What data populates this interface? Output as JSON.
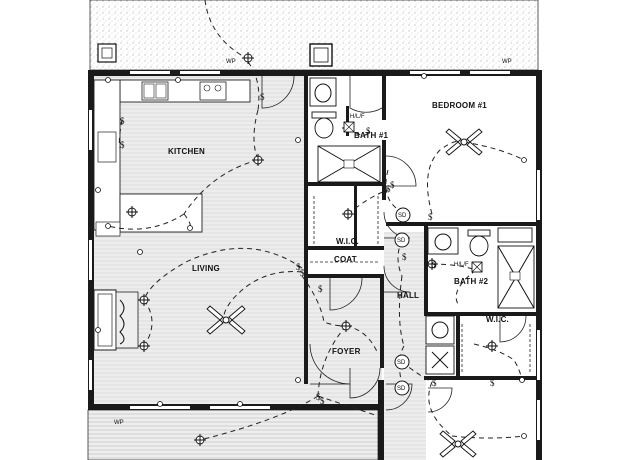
{
  "rooms": {
    "kitchen": "KITCHEN",
    "living": "LIVING",
    "foyer": "FOYER",
    "coat": "COAT",
    "hall": "HALL",
    "bedroom1": "BEDROOM #1",
    "bath1": "BATH #1",
    "bath2": "BATH #2",
    "wic1": "W.I.C.",
    "wic2": "W.I.C."
  },
  "symbols": {
    "smoke_detector": "SD",
    "weatherproof": "WP",
    "hl_fan_bath1": "H/L/F",
    "hl_fan_bath2": "H/L/F"
  }
}
